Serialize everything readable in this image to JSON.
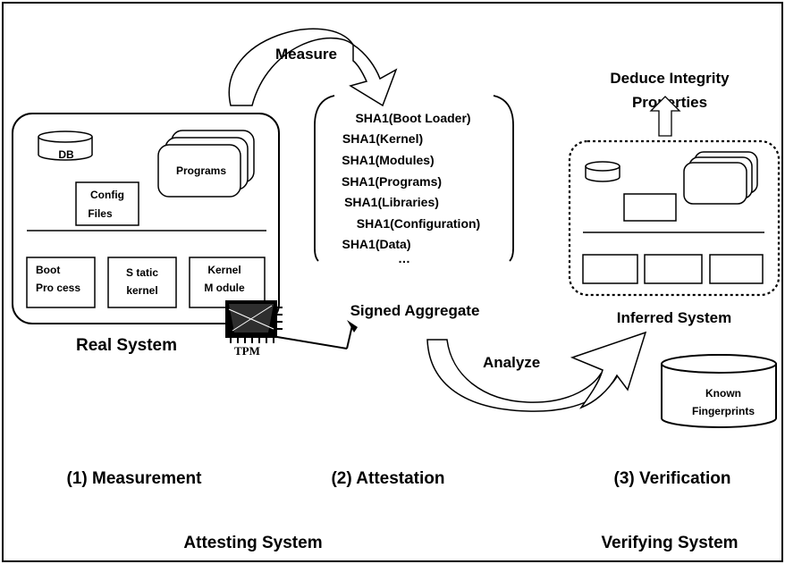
{
  "diagram": {
    "arrows": {
      "measure_label": "Measure",
      "analyze_label": "Analyze"
    },
    "deduce_label": [
      "Deduce Integrity",
      "Properties"
    ],
    "real_system": {
      "caption": "Real System",
      "db_label": "DB",
      "programs_label": "Programs",
      "config_label": [
        "Config",
        "Files"
      ],
      "boot_label": [
        "Boot",
        "Pro cess"
      ],
      "static_label": [
        "S tatic",
        "kernel"
      ],
      "kernel_label": [
        "Kernel",
        "M odule"
      ],
      "tpm_label": "TPM"
    },
    "aggregate": {
      "items": [
        "SHA1(Boot Loader)",
        "SHA1(Kernel)",
        "SHA1(Modules)",
        "SHA1(Programs)",
        "SHA1(Libraries)",
        "SHA1(Configuration)",
        "SHA1(Data)",
        "…"
      ],
      "caption": "Signed Aggregate"
    },
    "inferred_system": {
      "caption": "Inferred System"
    },
    "known_fingerprints": [
      "Known",
      "Fingerprints"
    ],
    "phases": [
      "(1) Measurement",
      "(2) Attestation",
      "(3) Verification"
    ],
    "systems": {
      "attesting": "Attesting System",
      "verifying": "Verifying System"
    }
  }
}
